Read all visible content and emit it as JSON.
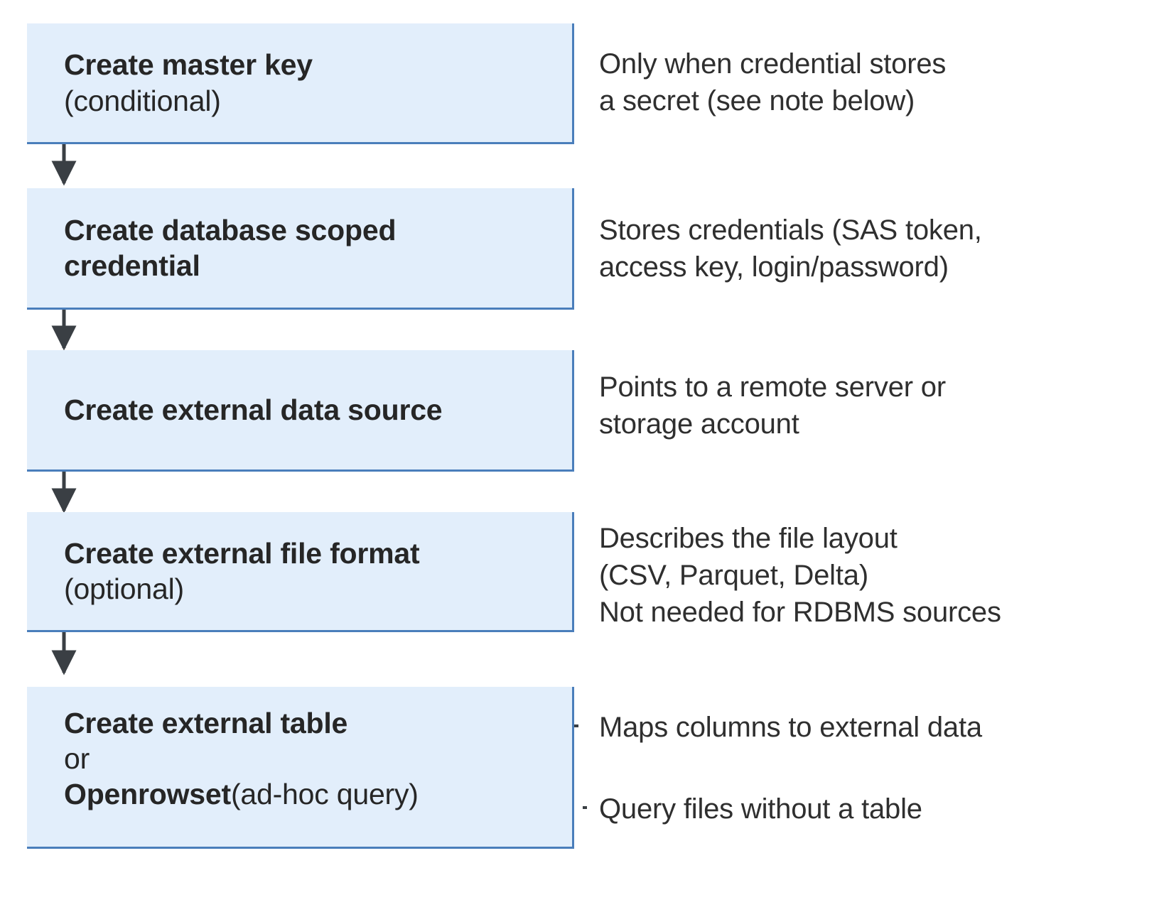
{
  "diagram": {
    "type": "flowchart",
    "orientation": "vertical",
    "colors": {
      "node_fill": "#e2eefb",
      "node_border": "#4a7ebb",
      "text": "#262626",
      "arrow": "#3a3f44"
    },
    "nodes": [
      {
        "id": "master-key",
        "title": "Create master key",
        "subtitle": "(conditional)",
        "note": "Only when credential stores\na secret (see note below)"
      },
      {
        "id": "scoped-credential",
        "title": "Create database scoped\ncredential",
        "subtitle": "",
        "note": "Stores credentials (SAS token,\naccess key, login/password)"
      },
      {
        "id": "external-data-source",
        "title": "Create external data source",
        "subtitle": "",
        "note": "Points to a remote server or\nstorage account"
      },
      {
        "id": "external-file-format",
        "title": "Create external file format",
        "subtitle": "(optional)",
        "note": "Describes the file layout\n(CSV, Parquet, Delta)\nNot needed for RDBMS sources"
      }
    ],
    "final_node": {
      "id": "external-table-or-openrowset",
      "line1_bold": "Create external table",
      "line1_note": "Maps columns to external data",
      "line2": "or",
      "line3_bold": "Openrowset",
      "line3_regular": " (ad-hoc query)",
      "line3_note": "Query files without a table"
    }
  }
}
